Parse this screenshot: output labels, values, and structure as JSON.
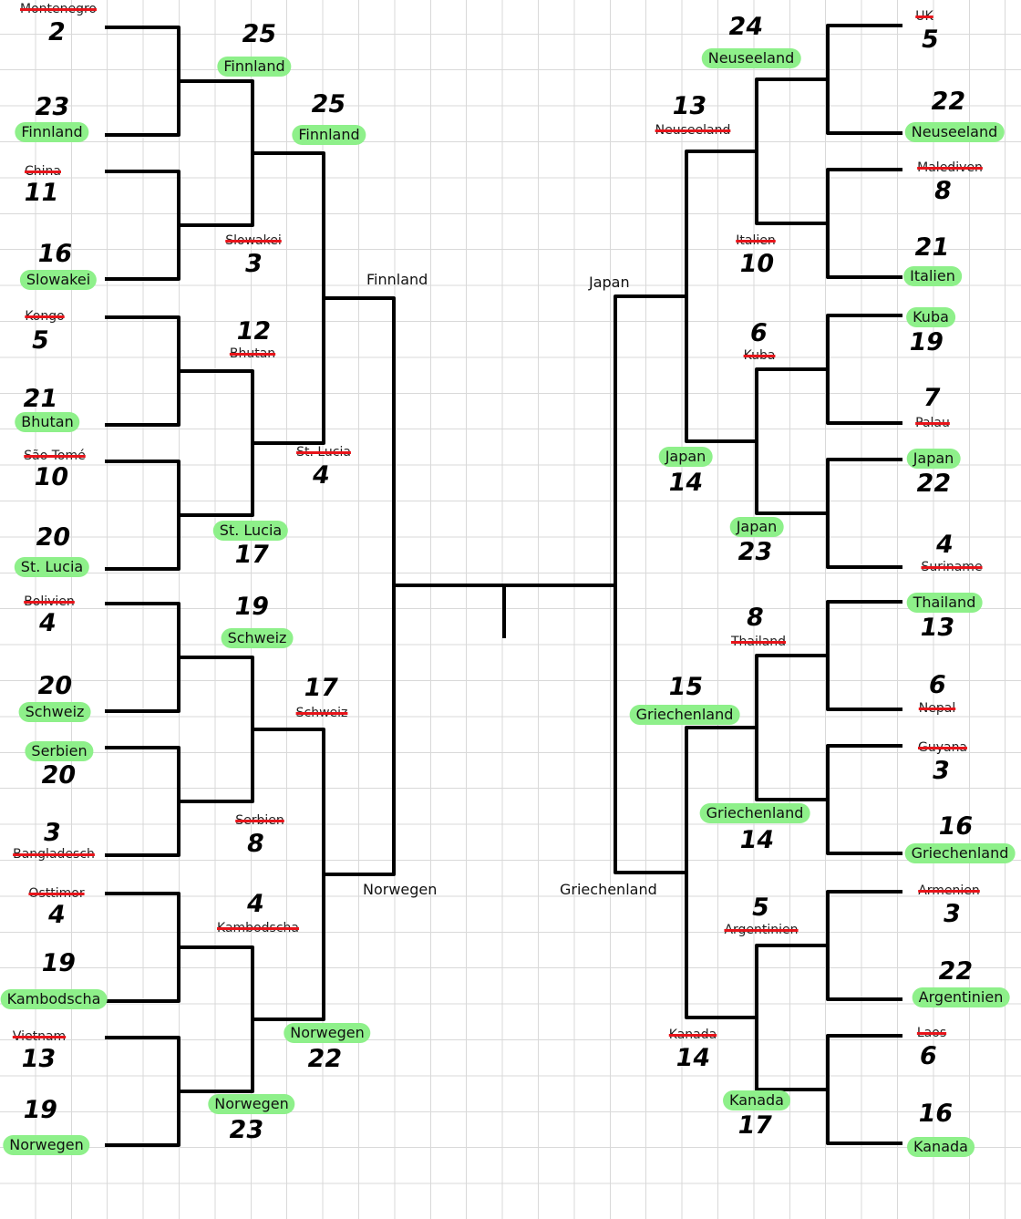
{
  "left": {
    "round1": [
      {
        "team": "Montenegro",
        "score": "2",
        "status": "eliminated"
      },
      {
        "team": "Finnland",
        "score": "23",
        "status": "advanced"
      },
      {
        "team": "China",
        "score": "11",
        "status": "eliminated"
      },
      {
        "team": "Slowakei",
        "score": "16",
        "status": "advanced"
      },
      {
        "team": "Kongo",
        "score": "5",
        "status": "eliminated"
      },
      {
        "team": "Bhutan",
        "score": "21",
        "status": "advanced"
      },
      {
        "team": "São Tomé",
        "score": "10",
        "status": "eliminated"
      },
      {
        "team": "St. Lucia",
        "score": "20",
        "status": "advanced"
      },
      {
        "team": "Bolivien",
        "score": "4",
        "status": "eliminated"
      },
      {
        "team": "Schweiz",
        "score": "20",
        "status": "advanced"
      },
      {
        "team": "Serbien",
        "score": "20",
        "status": "advanced"
      },
      {
        "team": "Bangladesch",
        "score": "3",
        "status": "eliminated"
      },
      {
        "team": "Osttimor",
        "score": "4",
        "status": "eliminated"
      },
      {
        "team": "Kambodscha",
        "score": "19",
        "status": "advanced"
      },
      {
        "team": "Vietnam",
        "score": "13",
        "status": "eliminated"
      },
      {
        "team": "Norwegen",
        "score": "19",
        "status": "advanced"
      }
    ],
    "round2": [
      {
        "team": "Finnland",
        "score": "25",
        "status": "advanced"
      },
      {
        "team": "Slowakei",
        "score": "3",
        "status": "eliminated"
      },
      {
        "team": "Bhutan",
        "score": "12",
        "status": "eliminated"
      },
      {
        "team": "St. Lucia",
        "score": "17",
        "status": "advanced"
      },
      {
        "team": "Schweiz",
        "score": "19",
        "status": "advanced"
      },
      {
        "team": "Serbien",
        "score": "8",
        "status": "eliminated"
      },
      {
        "team": "Kambodscha",
        "score": "4",
        "status": "eliminated"
      },
      {
        "team": "Norwegen",
        "score": "23",
        "status": "advanced"
      }
    ],
    "round3": [
      {
        "team": "Finnland",
        "score": "25",
        "status": "advanced"
      },
      {
        "team": "St. Lucia",
        "score": "4",
        "status": "eliminated"
      },
      {
        "team": "Schweiz",
        "score": "17",
        "status": "eliminated"
      },
      {
        "team": "Norwegen",
        "score": "22",
        "status": "advanced"
      }
    ],
    "semifinal": [
      "Finnland",
      "Norwegen"
    ]
  },
  "right": {
    "round1": [
      {
        "team": "UK",
        "score": "5",
        "status": "eliminated"
      },
      {
        "team": "Neuseeland",
        "score": "22",
        "status": "advanced"
      },
      {
        "team": "Malediven",
        "score": "8",
        "status": "eliminated"
      },
      {
        "team": "Italien",
        "score": "21",
        "status": "advanced"
      },
      {
        "team": "Kuba",
        "score": "19",
        "status": "advanced"
      },
      {
        "team": "Palau",
        "score": "7",
        "status": "eliminated"
      },
      {
        "team": "Japan",
        "score": "22",
        "status": "advanced"
      },
      {
        "team": "Suriname",
        "score": "4",
        "status": "eliminated"
      },
      {
        "team": "Thailand",
        "score": "13",
        "status": "advanced"
      },
      {
        "team": "Nepal",
        "score": "6",
        "status": "eliminated"
      },
      {
        "team": "Guyana",
        "score": "3",
        "status": "eliminated"
      },
      {
        "team": "Griechenland",
        "score": "16",
        "status": "advanced"
      },
      {
        "team": "Armenien",
        "score": "3",
        "status": "eliminated"
      },
      {
        "team": "Argentinien",
        "score": "22",
        "status": "advanced"
      },
      {
        "team": "Laos",
        "score": "6",
        "status": "eliminated"
      },
      {
        "team": "Kanada",
        "score": "16",
        "status": "advanced"
      }
    ],
    "round2": [
      {
        "team": "Neuseeland",
        "score": "24",
        "status": "advanced"
      },
      {
        "team": "Italien",
        "score": "10",
        "status": "eliminated"
      },
      {
        "team": "Kuba",
        "score": "6",
        "status": "eliminated"
      },
      {
        "team": "Japan",
        "score": "23",
        "status": "advanced"
      },
      {
        "team": "Thailand",
        "score": "8",
        "status": "eliminated"
      },
      {
        "team": "Griechenland",
        "score": "14",
        "status": "advanced"
      },
      {
        "team": "Argentinien",
        "score": "5",
        "status": "eliminated"
      },
      {
        "team": "Kanada",
        "score": "17",
        "status": "advanced"
      }
    ],
    "round3": [
      {
        "team": "Neuseeland",
        "score": "13",
        "status": "eliminated"
      },
      {
        "team": "Japan",
        "score": "14",
        "status": "advanced"
      },
      {
        "team": "Griechenland",
        "score": "15",
        "status": "advanced"
      },
      {
        "team": "Kanada",
        "score": "14",
        "status": "eliminated"
      }
    ],
    "semifinal": [
      "Japan",
      "Griechenland"
    ]
  },
  "colors": {
    "winner_highlight": "#8ef08a",
    "strike": "#e8141a",
    "line": "#000000"
  }
}
